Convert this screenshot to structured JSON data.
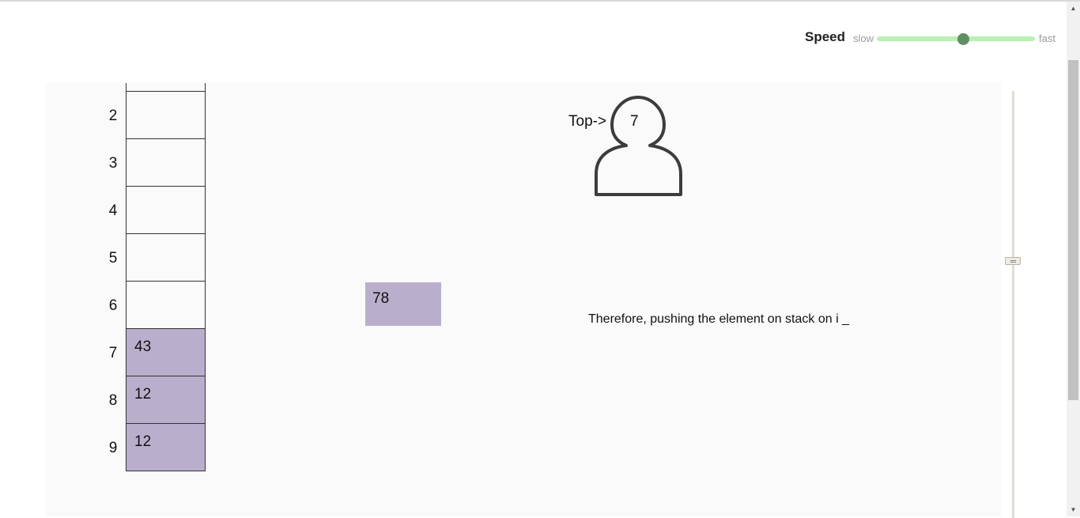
{
  "speed": {
    "label": "Speed",
    "slow_label": "slow",
    "fast_label": "fast",
    "value_fraction": 0.55
  },
  "stack": {
    "indices": [
      "2",
      "3",
      "4",
      "5",
      "6",
      "7",
      "8",
      "9"
    ],
    "values": [
      "",
      "",
      "",
      "",
      "",
      "43",
      "12",
      "12"
    ]
  },
  "floating_element": {
    "value": "78"
  },
  "top_indicator": {
    "label": "Top->",
    "value": "7"
  },
  "message": "Therefore, pushing the element on stack on i _",
  "colors": {
    "filled_cell": "#b9afcd",
    "slider_track": "#b9f0b3",
    "slider_thumb": "#5f8f64"
  },
  "icons": {
    "top_marker": "person-icon",
    "scroll_up": "up-arrow-icon",
    "scroll_down": "down-arrow-icon"
  }
}
